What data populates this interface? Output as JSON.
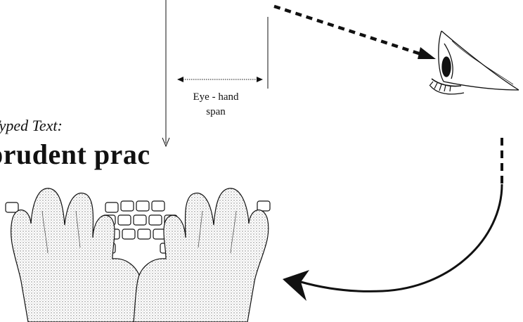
{
  "diagram": {
    "span_label_line1": "Eye - hand",
    "span_label_line2": "span",
    "typed_caption": "Typed Text:",
    "typed_text": "prudent prac"
  },
  "icons": {
    "eye": "eye-icon",
    "hands": "hands-on-keyboard-icon"
  },
  "colors": {
    "ink": "#111111",
    "background": "#ffffff"
  }
}
